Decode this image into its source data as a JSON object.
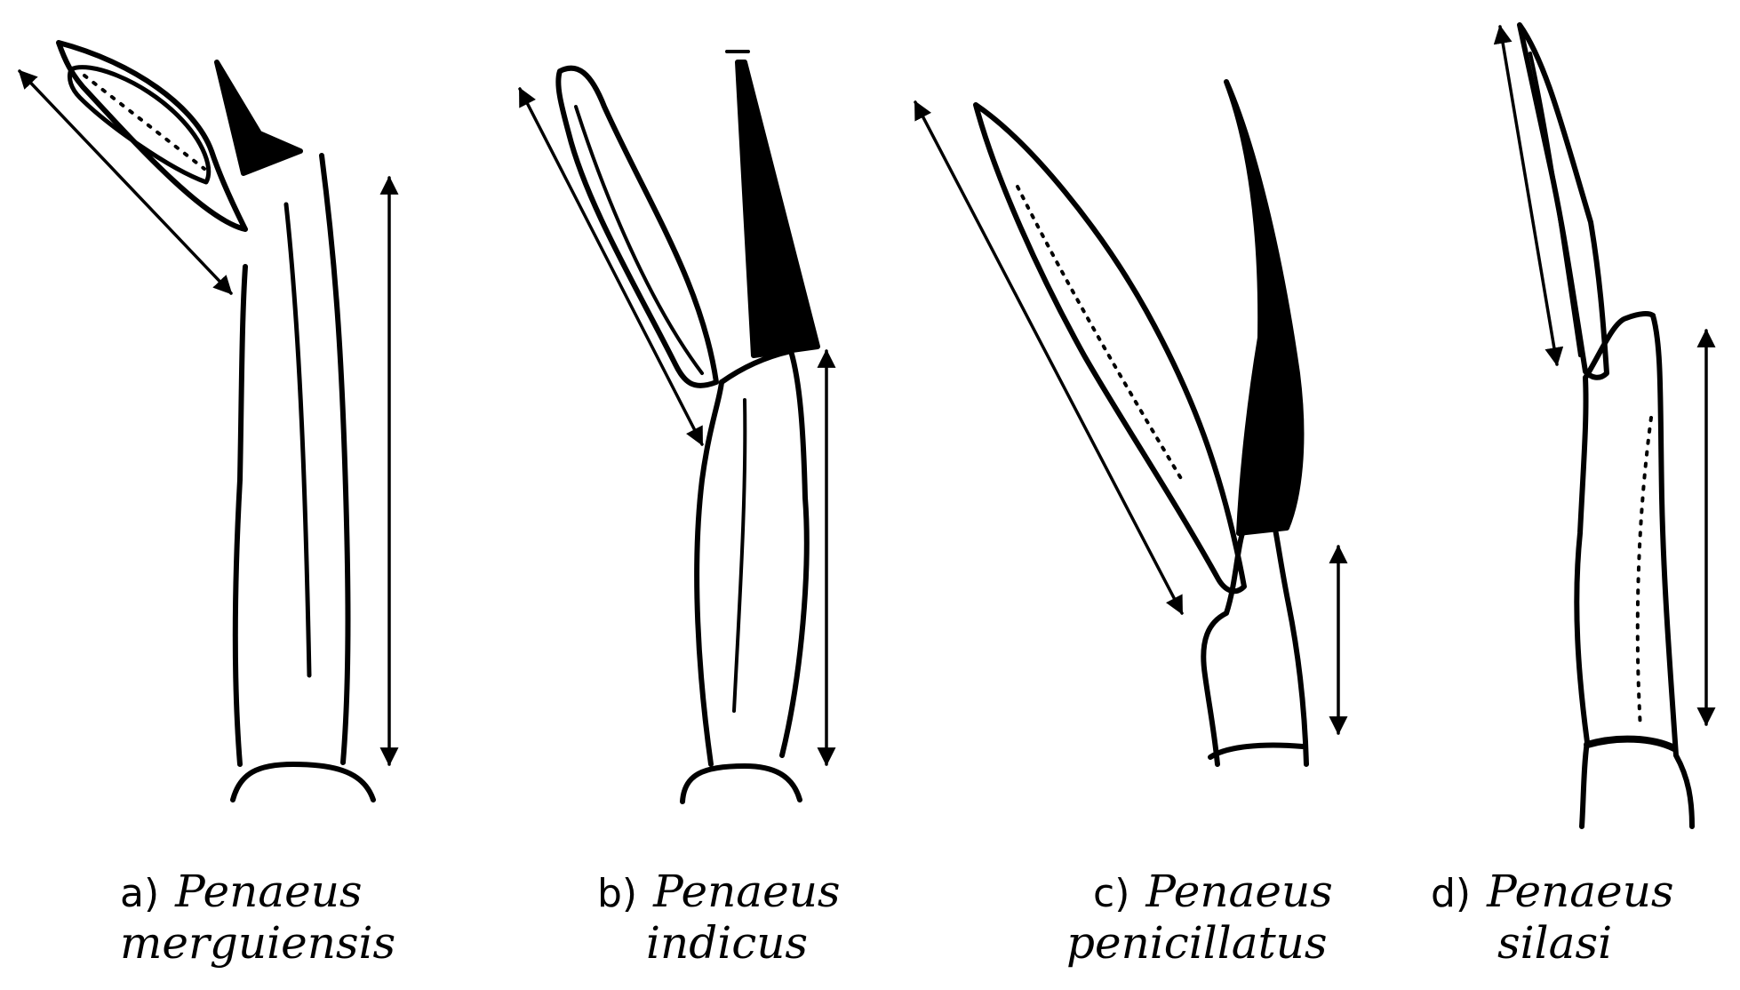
{
  "panels": [
    {
      "letter": "a)",
      "genus": "Penaeus",
      "species": "merguiensis"
    },
    {
      "letter": "b)",
      "genus": "Penaeus",
      "species": "indicus"
    },
    {
      "letter": "c)",
      "genus": "Penaeus",
      "species": "penicillatus"
    },
    {
      "letter": "d)",
      "genus": "Penaeus",
      "species": "silasi"
    }
  ],
  "colors": {
    "ink": "#000000",
    "paper": "#ffffff"
  }
}
